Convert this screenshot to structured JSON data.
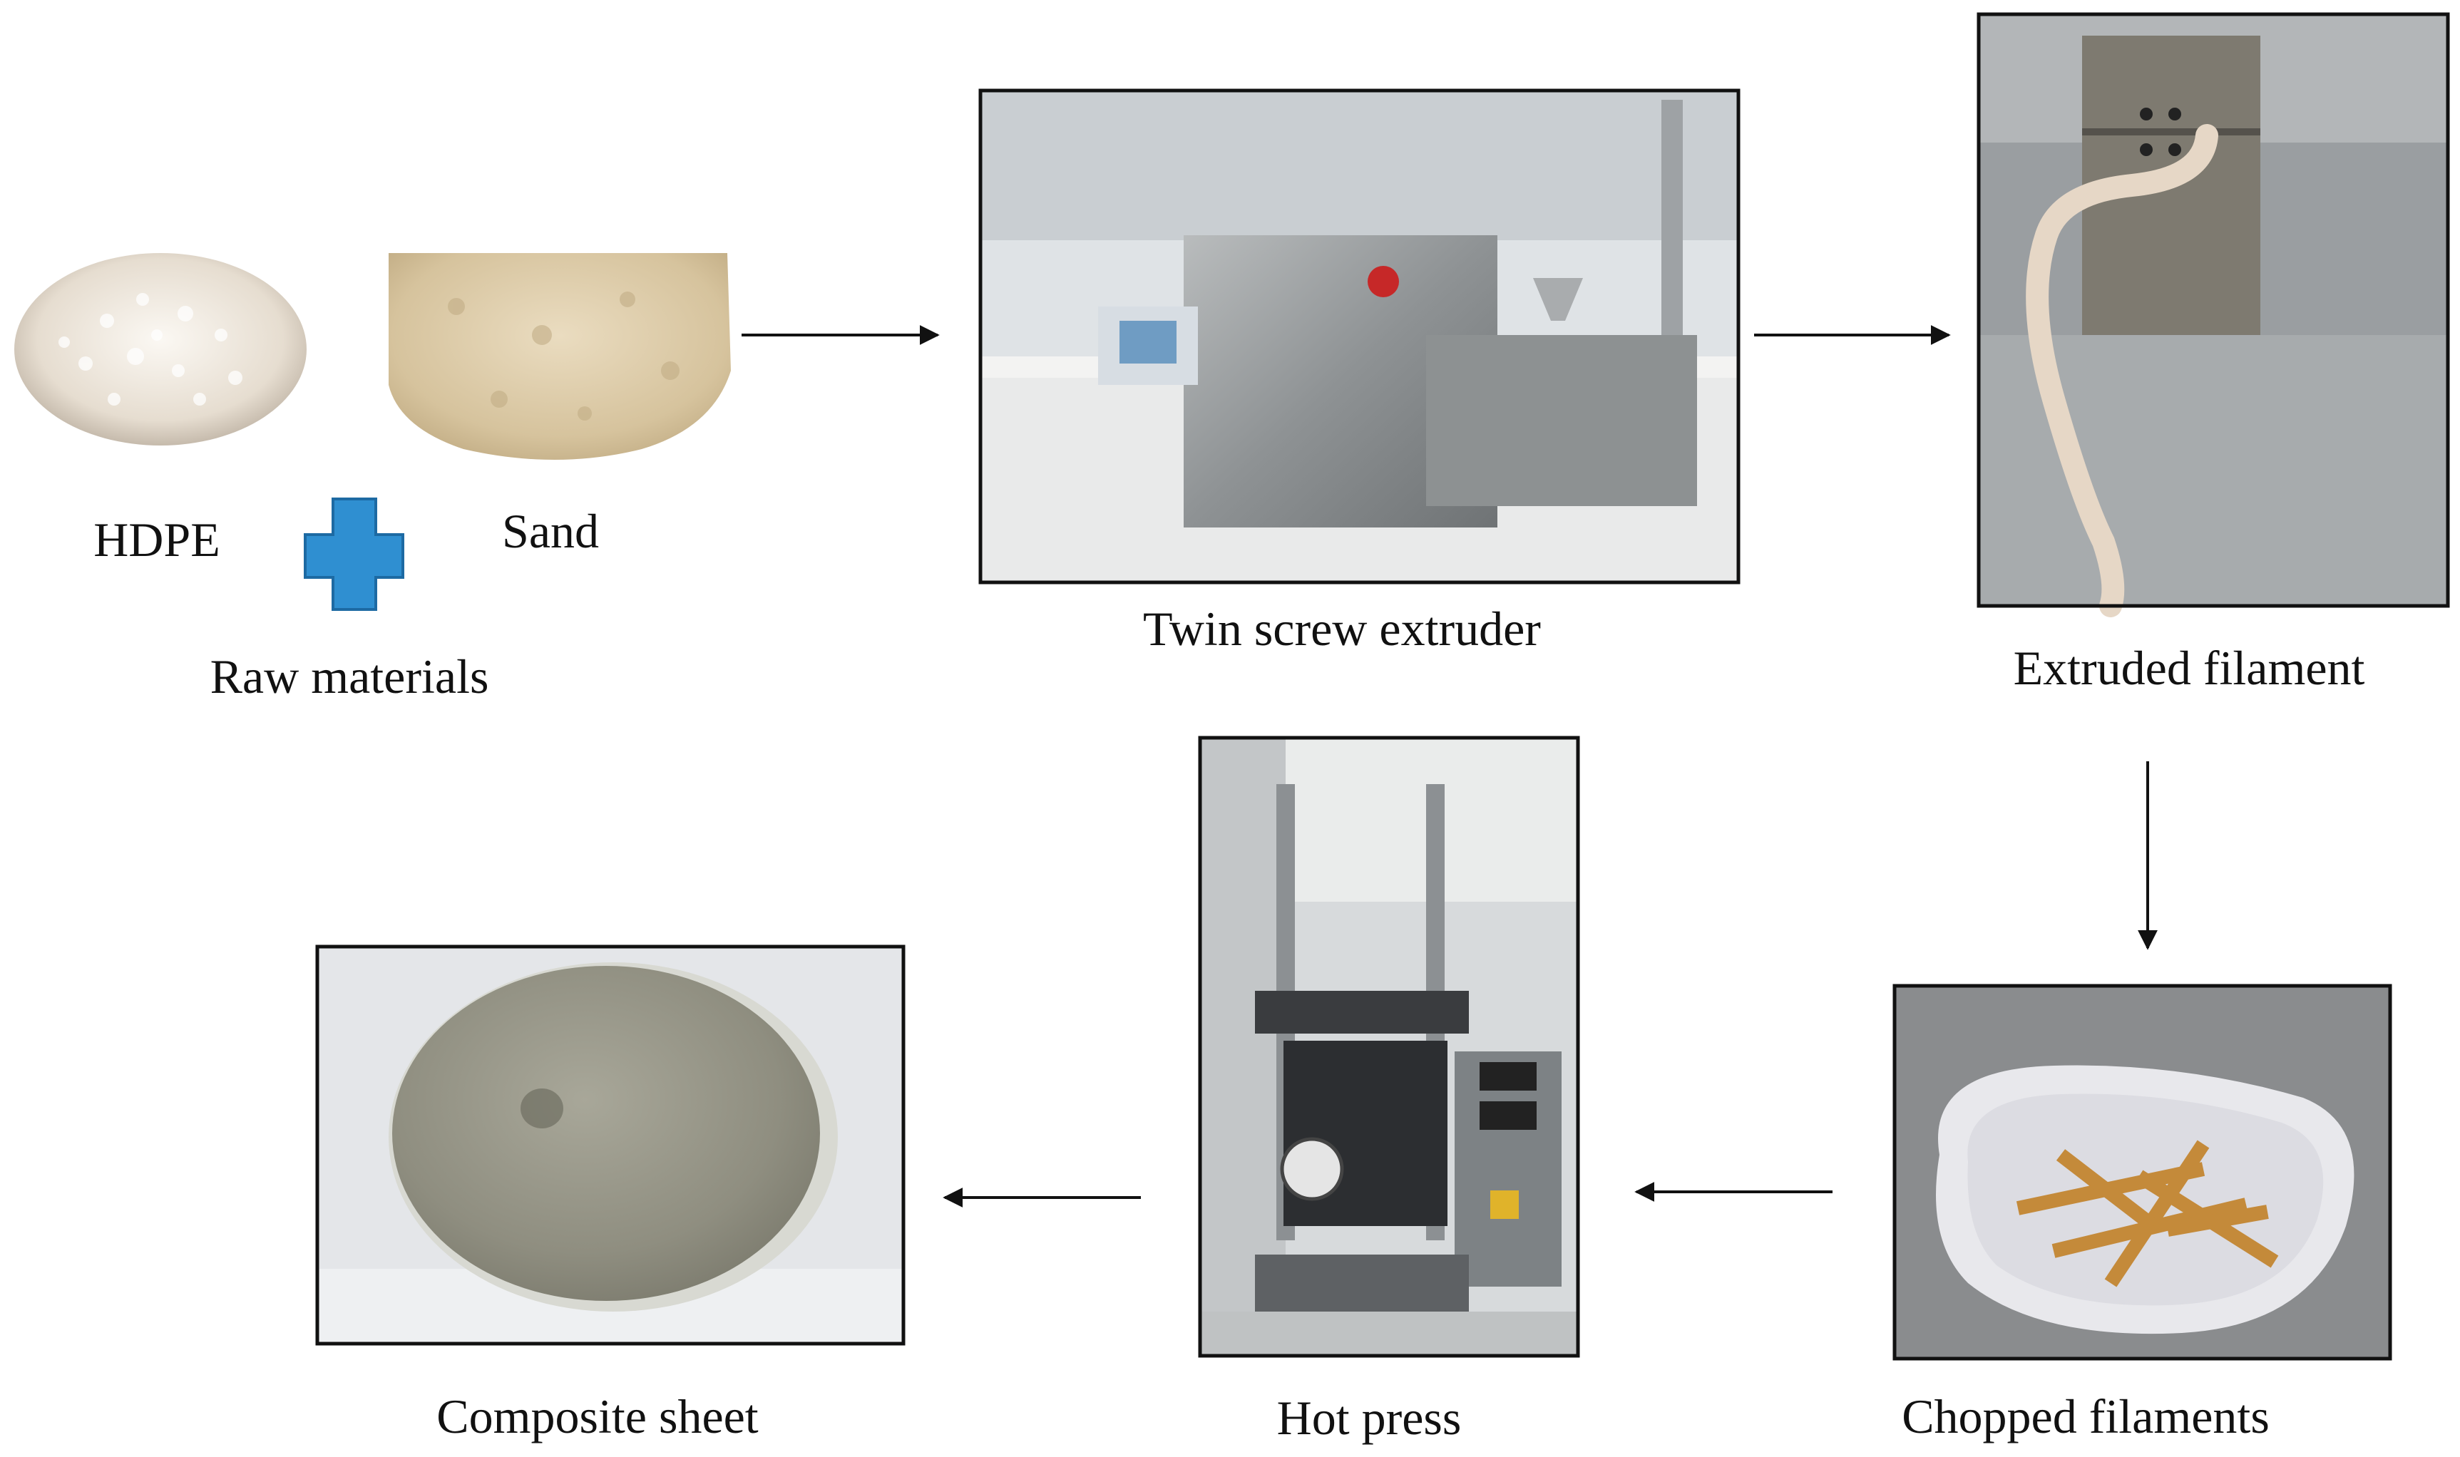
{
  "labels": {
    "hdpe": "HDPE",
    "sand": "Sand",
    "raw_materials": "Raw materials",
    "twin_screw_extruder": "Twin screw extruder",
    "extruded_filament": "Extruded filament",
    "chopped_filaments": "Chopped filaments",
    "hot_press": "Hot press",
    "composite_sheet": "Composite sheet"
  },
  "icons": {
    "plus": "plus-icon",
    "arrow": "arrow-icon"
  },
  "colors": {
    "plus_fill": "#2f8fd1",
    "plus_stroke": "#1d6aa3",
    "arrow": "#111111",
    "frame": "#111111",
    "hdpe_pellets": "#ece6dc",
    "sand": "#d8c6a2"
  }
}
